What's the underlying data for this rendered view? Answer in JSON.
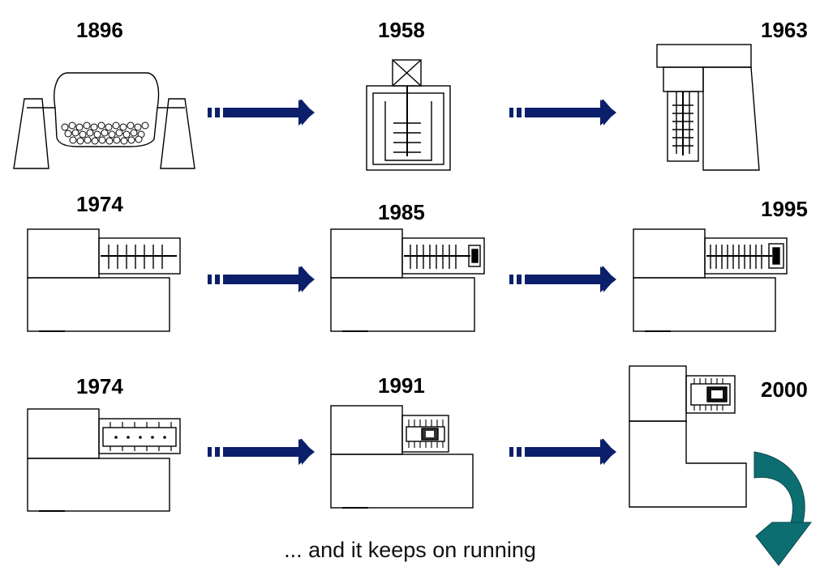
{
  "years": {
    "r1c1": "1896",
    "r1c2": "1958",
    "r1c3": "1963",
    "r2c1": "1974",
    "r2c2": "1985",
    "r2c3": "1995",
    "r3c1": "1974",
    "r3c2": "1991",
    "r3c3": "2000"
  },
  "caption": "... and it keeps on running",
  "colors": {
    "arrow": "#0b1f6b",
    "curved_arrow": "#0d6e72",
    "line": "#000000"
  },
  "icons": [
    "progress-arrow-icon",
    "curved-continue-arrow-icon"
  ]
}
